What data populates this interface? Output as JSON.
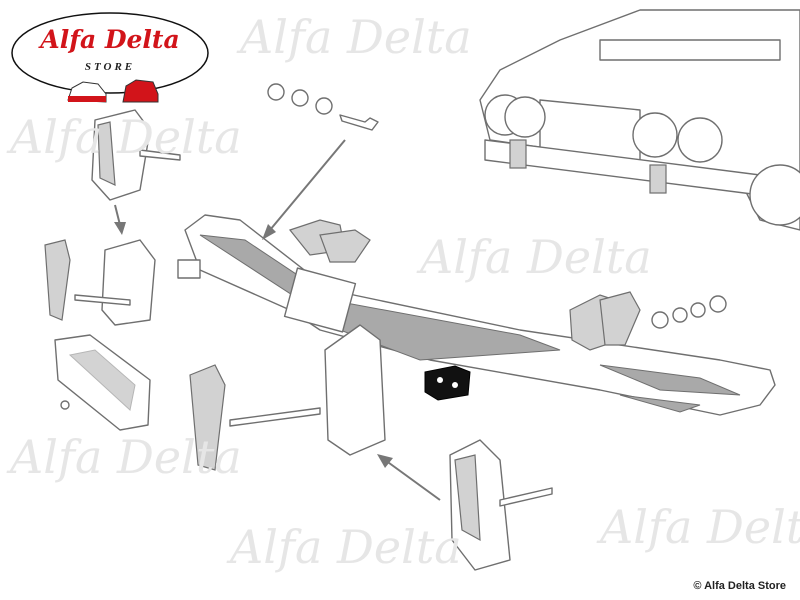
{
  "logo": {
    "line1": "Alfa Delta",
    "line2": "STORE"
  },
  "watermark": "Alfa Delta",
  "copyright": "© Alfa Delta Store",
  "highlight_color": "#111111"
}
